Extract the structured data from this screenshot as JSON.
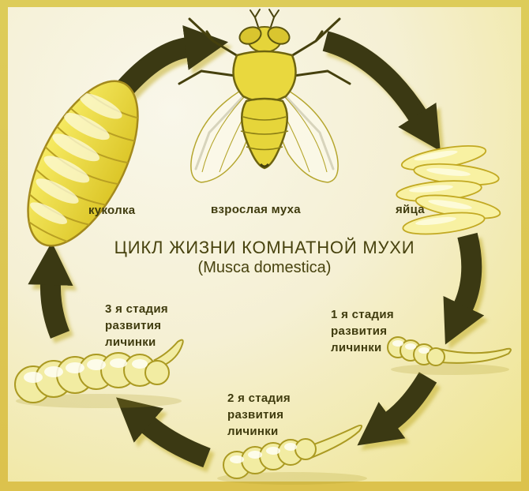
{
  "diagram": {
    "title": "ЦИКЛ ЖИЗНИ КОМНАТНОЙ МУХИ",
    "subtitle": "(Musca domestica)",
    "stages": {
      "adult": {
        "label": "взрослая муха"
      },
      "eggs": {
        "label": "яйца"
      },
      "larva1": {
        "label": "1 я стадия\nразвития\nличинки"
      },
      "larva2": {
        "label": "2 я стадия\nразвития\nличинки"
      },
      "larva3": {
        "label": "3 я стадия\nразвития\nличинки"
      },
      "pupa": {
        "label": "куколка"
      }
    },
    "colors": {
      "border": "#dcc95a",
      "background_light": "#f8f5e6",
      "background_yellow": "#efe48c",
      "arrow": "#3b3913",
      "text": "#3f3b0e",
      "insect_fill": "#e9d83e",
      "insect_outline": "#6e6410"
    }
  }
}
